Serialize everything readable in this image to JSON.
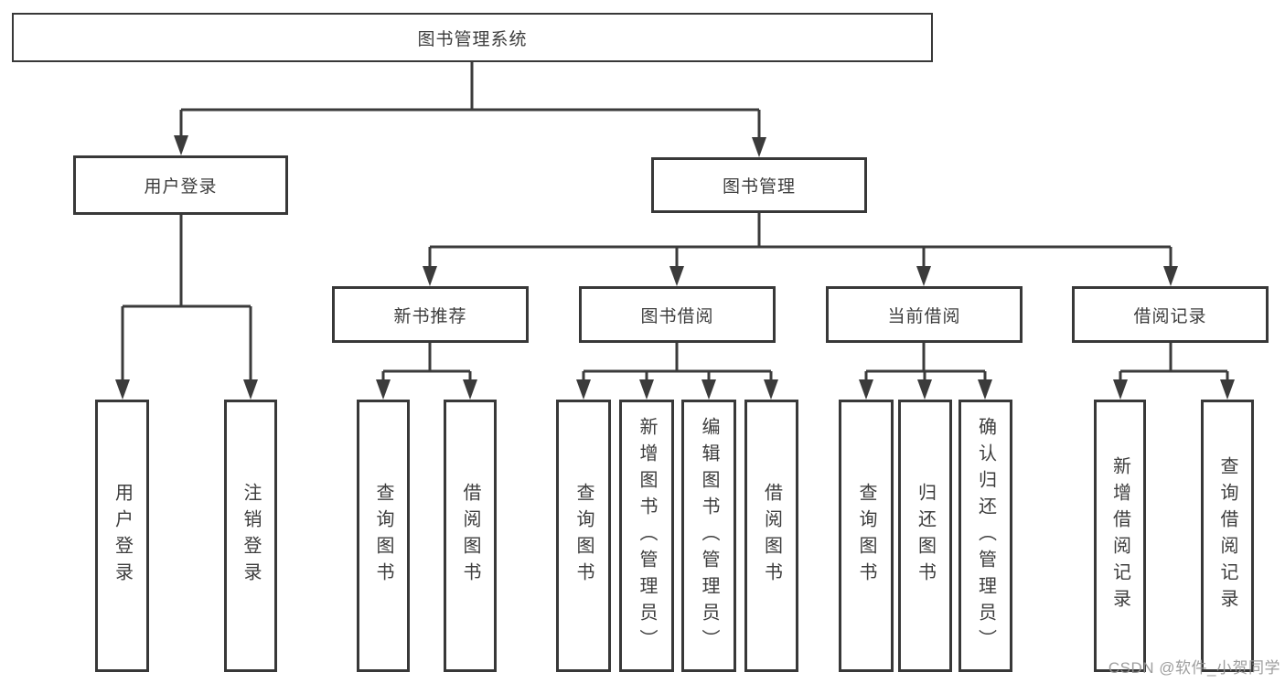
{
  "diagram": {
    "root": {
      "label": "图书管理系统"
    },
    "branches": [
      {
        "label": "用户登录",
        "children": [
          {
            "label": "用户登录"
          },
          {
            "label": "注销登录"
          }
        ]
      },
      {
        "label": "图书管理",
        "children": [
          {
            "label": "新书推荐",
            "children": [
              {
                "label": "查询图书"
              },
              {
                "label": "借阅图书"
              }
            ]
          },
          {
            "label": "图书借阅",
            "children": [
              {
                "label": "查询图书"
              },
              {
                "label": "新增图书（管理员）"
              },
              {
                "label": "编辑图书（管理员）"
              },
              {
                "label": "借阅图书"
              }
            ]
          },
          {
            "label": "当前借阅",
            "children": [
              {
                "label": "查询图书"
              },
              {
                "label": "归还图书"
              },
              {
                "label": "确认归还（管理员）"
              }
            ]
          },
          {
            "label": "借阅记录",
            "children": [
              {
                "label": "新增借阅记录"
              },
              {
                "label": "查询借阅记录"
              }
            ]
          }
        ]
      }
    ]
  },
  "watermark": {
    "text": "CSDN @软件_小贺同学",
    "color": "#949494"
  },
  "colors": {
    "line": "#3b3b3b",
    "box_border": "#383838",
    "text": "#3d3d3d",
    "background": "#ffffff"
  }
}
